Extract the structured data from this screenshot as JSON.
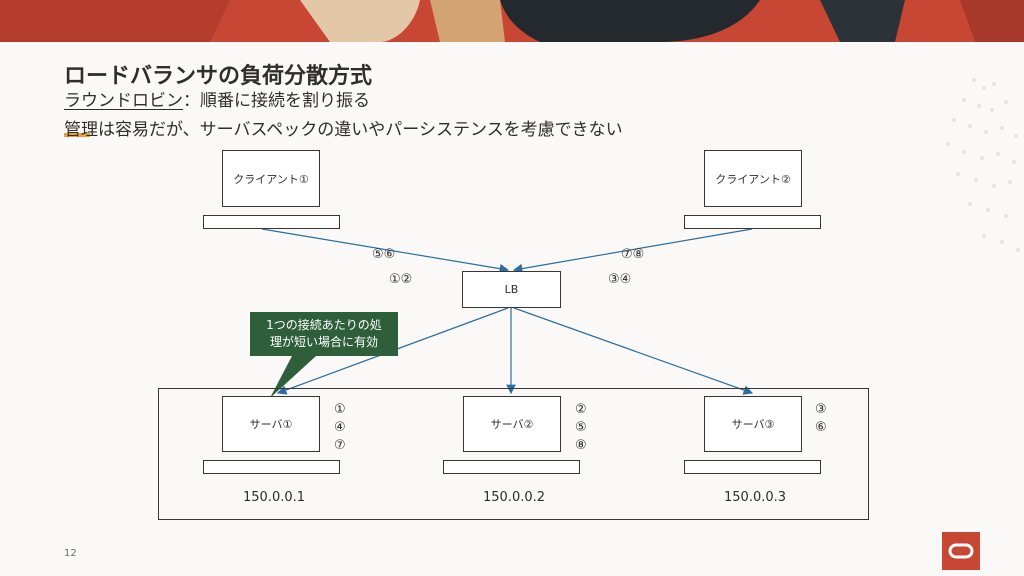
{
  "slide": {
    "title": "ロードバランサの負荷分散方式",
    "subtitle_term": "ラウンドロビン",
    "subtitle_rest": "：順番に接続を割り振る",
    "description": "管理は容易だが、サーバスペックの違いやパーシステンスを考慮できない",
    "page_number": "12"
  },
  "diagram": {
    "client1": "クライアント①",
    "client2": "クライアント②",
    "lb": "LB",
    "seq_client1_upper": "⑤⑥",
    "seq_client1_lower": "①②",
    "seq_client2_upper": "⑦⑧",
    "seq_client2_lower": "③④",
    "server1": "サーバ①",
    "server2": "サーバ②",
    "server3": "サーバ③",
    "seq_server1": "①\n④\n⑦",
    "seq_server2": "②\n⑤\n⑧",
    "seq_server3": "③\n⑥",
    "ip1": "150.0.0.1",
    "ip2": "150.0.0.2",
    "ip3": "150.0.0.3",
    "callout": "1つの接続あたりの処\n理が短い場合に有効"
  },
  "colors": {
    "brand_red": "#c74634",
    "callout_green": "#2f5e3a",
    "highlight": "#e8a13a"
  }
}
